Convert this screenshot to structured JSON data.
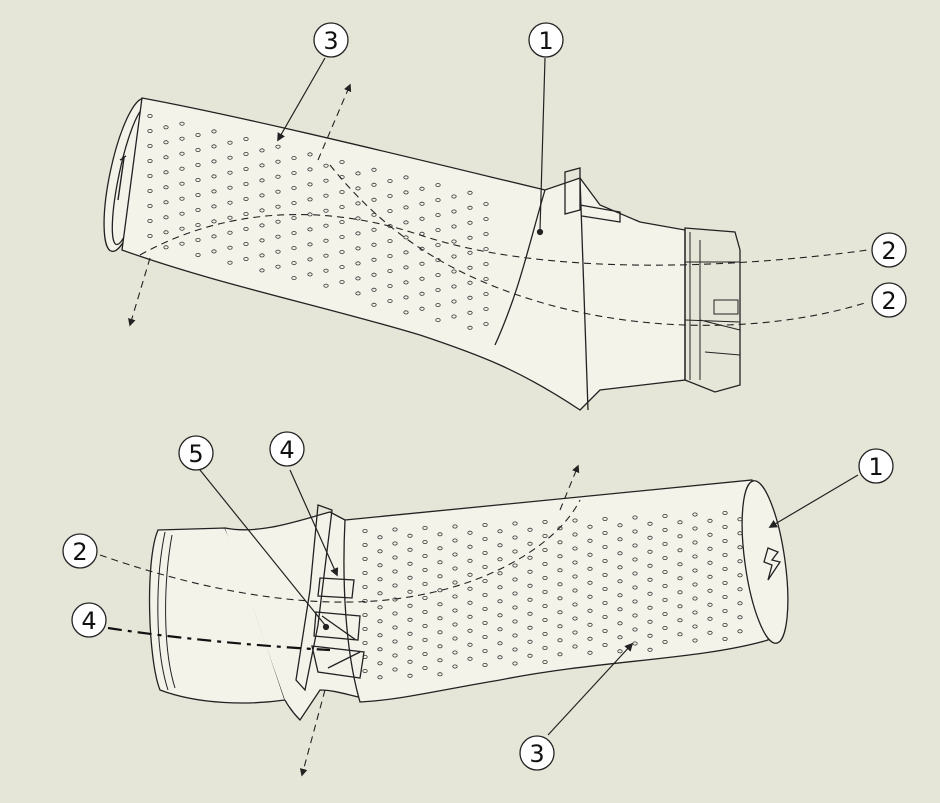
{
  "callouts": {
    "top_1": "1",
    "top_2a": "2",
    "top_2b": "2",
    "top_3": "3",
    "bottom_1": "1",
    "bottom_2": "2",
    "bottom_3": "3",
    "bottom_4a": "4",
    "bottom_4b": "4",
    "bottom_5": "5"
  },
  "colors": {
    "background": "#e6e6d8",
    "line": "#222222",
    "balloon_fill": "#ffffff"
  }
}
